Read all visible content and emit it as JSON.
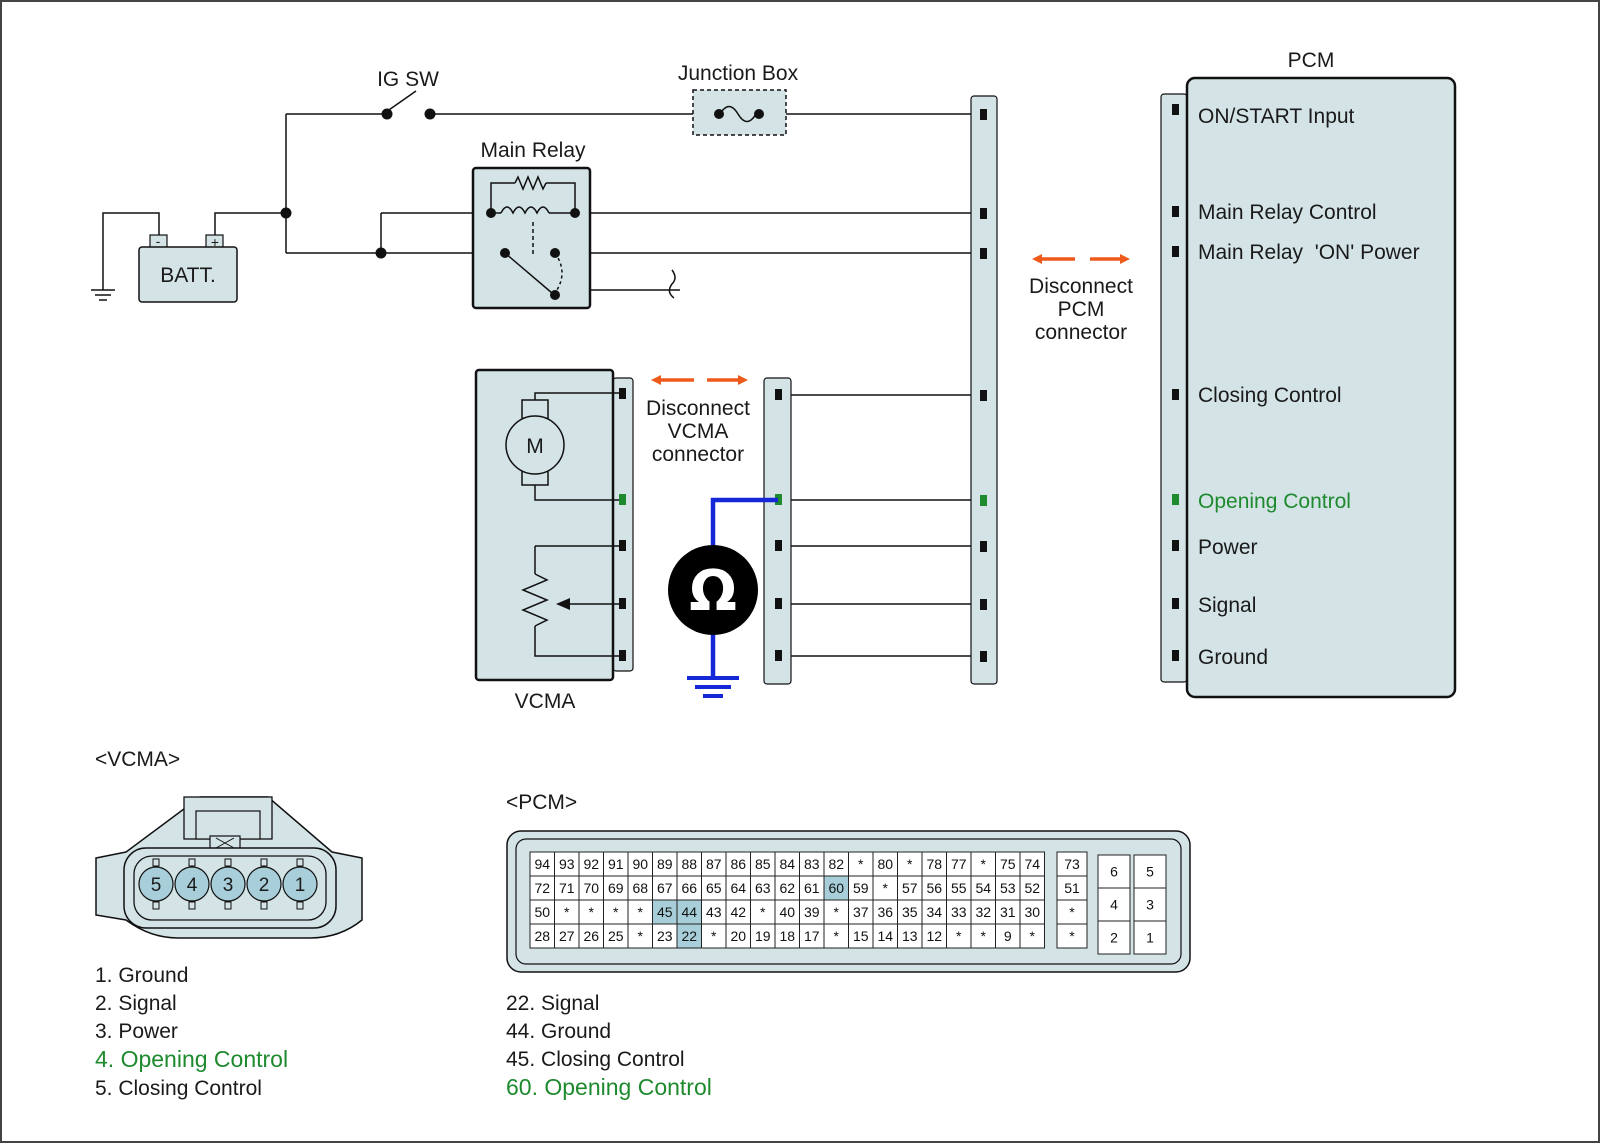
{
  "schematic": {
    "ig_sw": "IG SW",
    "junction_box": "Junction Box",
    "main_relay": "Main Relay",
    "battery": "BATT.",
    "battery_minus": "-",
    "battery_plus": "+",
    "motor": "M",
    "vcma": "VCMA",
    "pcm": "PCM",
    "disconnect_vcma": [
      "Disconnect",
      "VCMA",
      "connector"
    ],
    "disconnect_pcm": [
      "Disconnect",
      "PCM",
      "connector"
    ],
    "ohm_symbol": "Ω",
    "pcm_terminals": [
      "ON/START Input",
      "Main Relay Control",
      "Main Relay  'ON' Power",
      "Closing Control",
      "Opening Control",
      "Power",
      "Signal",
      "Ground"
    ],
    "highlight_color": "#1e8a2e",
    "meter_wire_color": "#1428d8",
    "arrow_color": "#ee5a1c"
  },
  "vcma_connector": {
    "title": "<VCMA>",
    "pins": [
      "5",
      "4",
      "3",
      "2",
      "1"
    ],
    "legend": [
      {
        "text": "1. Ground",
        "highlight": false
      },
      {
        "text": "2. Signal",
        "highlight": false
      },
      {
        "text": "3. Power",
        "highlight": false
      },
      {
        "text": "4. Opening Control",
        "highlight": true
      },
      {
        "text": "5. Closing Control",
        "highlight": false
      }
    ]
  },
  "pcm_connector": {
    "title": "<PCM>",
    "rows": [
      [
        "94",
        "93",
        "92",
        "91",
        "90",
        "89",
        "88",
        "87",
        "86",
        "85",
        "84",
        "83",
        "82",
        "*",
        "80",
        "*",
        "78",
        "77",
        "*",
        "75",
        "74"
      ],
      [
        "72",
        "71",
        "70",
        "69",
        "68",
        "67",
        "66",
        "65",
        "64",
        "63",
        "62",
        "61",
        "60",
        "59",
        "*",
        "57",
        "56",
        "55",
        "54",
        "53",
        "52"
      ],
      [
        "50",
        "*",
        "*",
        "*",
        "*",
        "45",
        "44",
        "43",
        "42",
        "*",
        "40",
        "39",
        "*",
        "37",
        "36",
        "35",
        "34",
        "33",
        "32",
        "31",
        "30"
      ],
      [
        "28",
        "27",
        "26",
        "25",
        "*",
        "23",
        "22",
        "*",
        "20",
        "19",
        "18",
        "17",
        "*",
        "15",
        "14",
        "13",
        "12",
        "*",
        "*",
        "9",
        "*"
      ]
    ],
    "side_column": [
      "73",
      "51",
      "*",
      "*"
    ],
    "small_block": [
      [
        "6",
        "5"
      ],
      [
        "4",
        "3"
      ],
      [
        "2",
        "1"
      ]
    ],
    "highlighted_pins": [
      "60",
      "45",
      "44",
      "22"
    ],
    "legend": [
      {
        "text": "22. Signal",
        "highlight": false
      },
      {
        "text": "44. Ground",
        "highlight": false
      },
      {
        "text": "45. Closing Control",
        "highlight": false
      },
      {
        "text": "60. Opening Control",
        "highlight": true
      }
    ]
  }
}
